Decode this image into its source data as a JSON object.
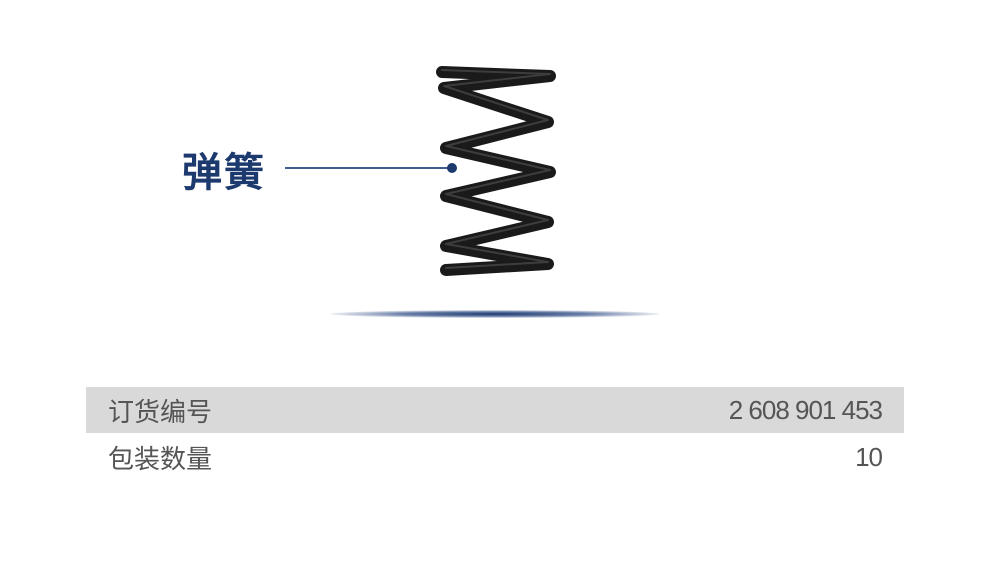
{
  "product": {
    "name": "弹簧",
    "accent_color": "#1d3a6e"
  },
  "specs": [
    {
      "label": "订货编号",
      "value": "2 608 901 453"
    },
    {
      "label": "包装数量",
      "value": "10"
    }
  ]
}
